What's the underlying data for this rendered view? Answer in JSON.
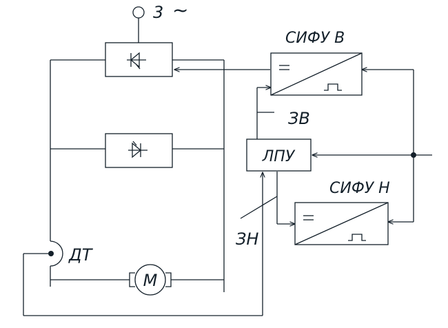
{
  "diagram": {
    "supply_label": "3",
    "supply_symbol": "~",
    "sifu_v_label": "СИФУ В",
    "sifu_n_label": "СИФУ Н",
    "lpu_label": "ЛПУ",
    "zv_label": "ЗВ",
    "zn_label": "ЗН",
    "dt_label": "ДТ",
    "motor_label": "М",
    "line_color": "#14202a"
  }
}
